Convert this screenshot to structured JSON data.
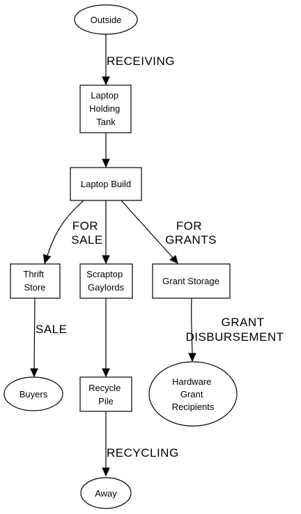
{
  "nodes": {
    "outside": [
      "Outside"
    ],
    "holding_tank": [
      "Laptop",
      "Holding",
      "Tank"
    ],
    "laptop_build": [
      "Laptop Build"
    ],
    "thrift_store": [
      "Thrift",
      "Store"
    ],
    "scraptop": [
      "Scraptop",
      "Gaylords"
    ],
    "grant_storage": [
      "Grant Storage"
    ],
    "buyers": [
      "Buyers"
    ],
    "recycle_pile": [
      "Recycle",
      "Pile"
    ],
    "hardware_recipients": [
      "Hardware",
      "Grant",
      "Recipients"
    ],
    "away": [
      "Away"
    ]
  },
  "edge_labels": {
    "receiving": [
      "RECEIVING"
    ],
    "for_sale": [
      "FOR",
      "SALE"
    ],
    "for_grants": [
      "FOR",
      "GRANTS"
    ],
    "sale": [
      "SALE"
    ],
    "grant_disbursement": [
      "GRANT",
      "DISBURSEMENT"
    ],
    "recycling": [
      "RECYCLING"
    ]
  }
}
